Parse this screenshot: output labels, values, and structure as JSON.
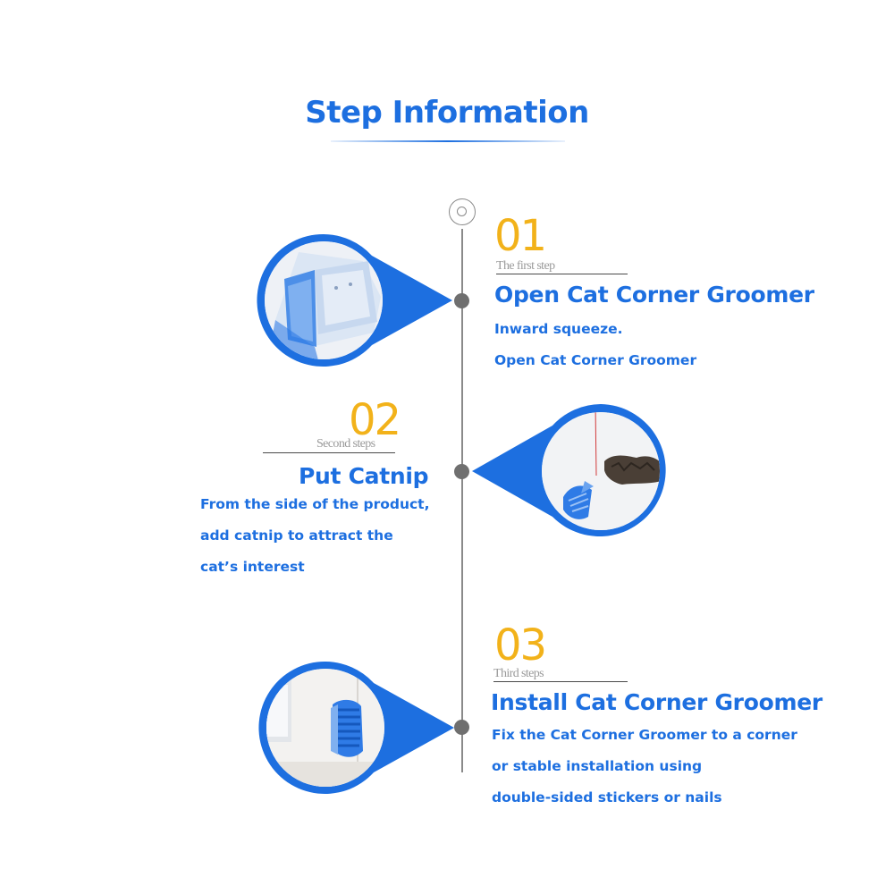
{
  "title": "Step Information",
  "colors": {
    "primary": "#1d6fe0",
    "accent": "#f2b21a",
    "muted": "#9a9a9a",
    "line": "#8a8a8a"
  },
  "steps": [
    {
      "number": "01",
      "subtitle": "The first step",
      "heading": "Open Cat Corner Groomer",
      "lines": [
        "Inward squeeze.",
        "Open Cat Corner Groomer"
      ],
      "image": "groomer-closed-photo"
    },
    {
      "number": "02",
      "subtitle": "Second steps",
      "heading": "Put Catnip",
      "lines": [
        "From the side of the product,",
        "add catnip to attract the",
        "cat’s interest"
      ],
      "image": "catnip-photo"
    },
    {
      "number": "03",
      "subtitle": "Third steps",
      "heading": "Install Cat Corner Groomer",
      "lines": [
        "Fix the Cat Corner Groomer to a corner",
        "or stable installation using",
        "double-sided stickers or nails"
      ],
      "image": "groomer-installed-photo"
    }
  ]
}
